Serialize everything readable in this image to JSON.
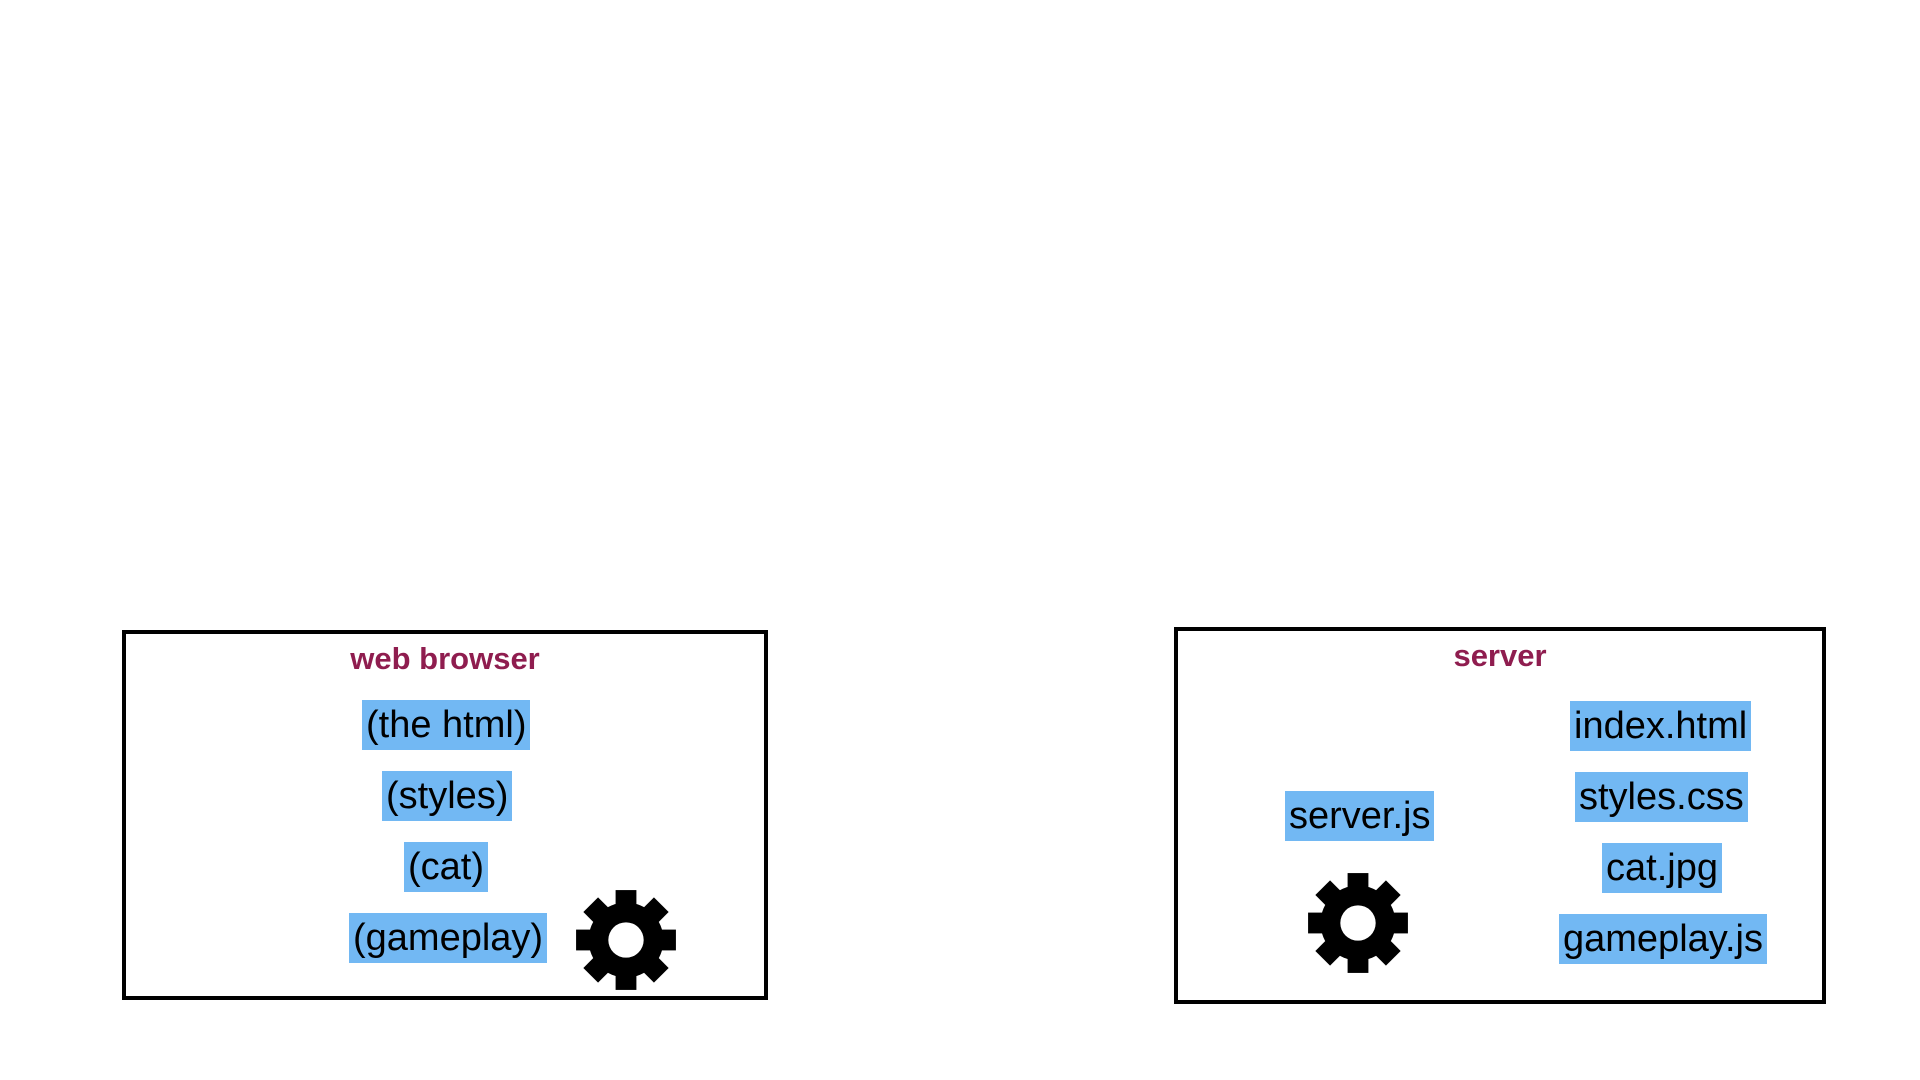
{
  "colors": {
    "title": "#8f1d4f",
    "highlight": "#72b8f3",
    "border": "#000000"
  },
  "browser": {
    "title": "web browser",
    "items": [
      "(the html)",
      "(styles)",
      "(cat)",
      "(gameplay)"
    ],
    "icon": "gear-icon"
  },
  "server": {
    "title": "server",
    "script": "server.js",
    "files": [
      "index.html",
      "styles.css",
      "cat.jpg",
      "gameplay.js"
    ],
    "icon": "gear-icon"
  }
}
